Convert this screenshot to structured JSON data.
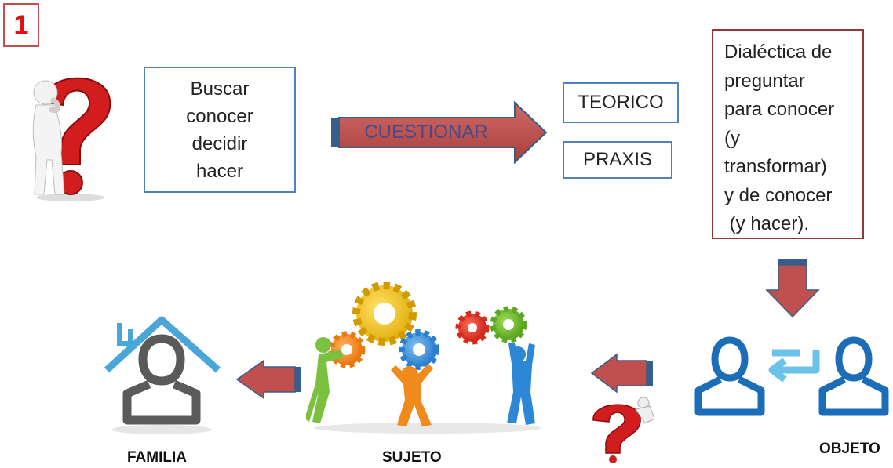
{
  "slide_number": "1",
  "actions_box": {
    "lines": [
      "Buscar",
      "conocer",
      "decidir",
      "hacer"
    ]
  },
  "main_arrow_label": "CUESTIONAR",
  "teorico_label": "TEORICO",
  "praxis_label": "PRAXIS",
  "dialectica": {
    "lines": [
      "Dialéctica de",
      "preguntar",
      "para conocer",
      "(y",
      "transformar)",
      "y de conocer",
      " (y hacer)."
    ]
  },
  "captions": {
    "familia": "FAMILIA",
    "sujeto": "SUJETO",
    "objeto": "OBJETO"
  },
  "colors": {
    "arrow_red": "#c0504d",
    "arrow_edge": "#385d8a",
    "box_blue": "#4f81bd",
    "box_dark_red": "#953735",
    "person_blue": "#1b6db8",
    "light_blue": "#6cc3ea"
  },
  "icons": [
    "question-mark-figure-icon",
    "house-person-icon",
    "gear-team-icon",
    "small-question-figure-icon",
    "person-icon",
    "exchange-arrow-icon"
  ]
}
